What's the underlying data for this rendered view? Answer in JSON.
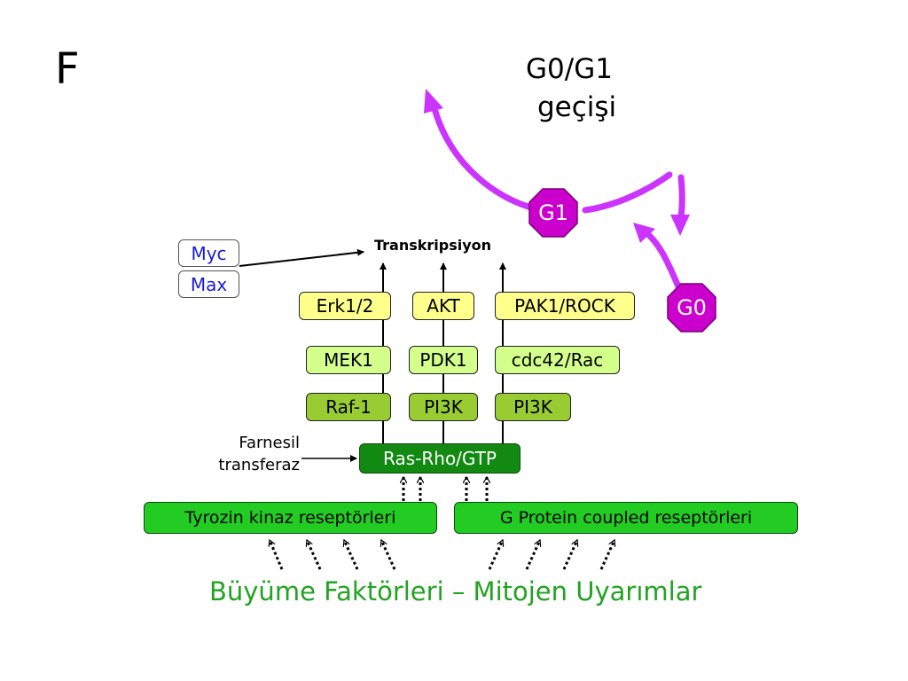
{
  "panel_letter": "F",
  "cycle": {
    "title_line1": "G0/G1",
    "title_line2": "geçişi",
    "g1": "G1",
    "g0": "G0",
    "color": "#cc33ff"
  },
  "transcription": "Transkripsiyon",
  "myc": "Myc",
  "max": "Max",
  "pathways": {
    "erk": "Erk1/2",
    "akt": "AKT",
    "pak": "PAK1/ROCK",
    "mek": "MEK1",
    "pdk": "PDK1",
    "cdc": "cdc42/Rac",
    "raf": "Raf-1",
    "pi3k_1": "PI3K",
    "pi3k_2": "PI3K"
  },
  "ras": "Ras-Rho/GTP",
  "farnesil_line1": "Farnesil",
  "farnesil_line2": "transferaz",
  "receptors": {
    "tyrozin": "Tyrozin kinaz reseptörleri",
    "gprotein": "G Protein coupled reseptörleri"
  },
  "growth_factors": "Büyüme Faktörleri – Mitojen Uyarımlar",
  "colors": {
    "yellow": "#ffff8c",
    "light_green": "#d4ff8c",
    "olive": "#99cc33",
    "dark_green": "#128a12",
    "green": "#22cc22",
    "growth_text": "#22a322",
    "myc_text": "#1a1adb"
  }
}
